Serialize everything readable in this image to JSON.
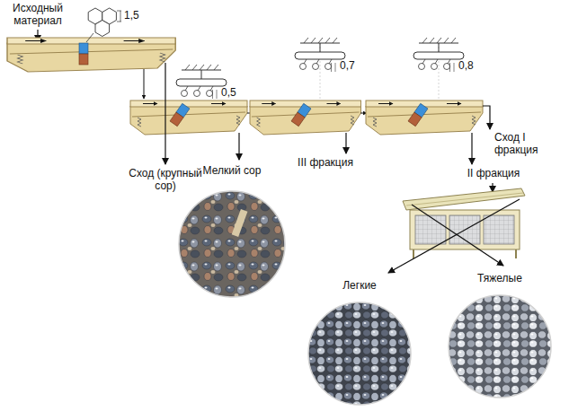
{
  "diagram": {
    "nodes": [
      {
        "text": [
          "Мелкий сор"
        ]
      },
      {
        "text": [
          "Легкие"
        ]
      },
      {
        "text": [
          "Тяжелые"
        ]
      }
    ],
    "labels": [
      "Исходный материал",
      "1,5",
      "Сход (крупный сор)",
      "0,5",
      "0,7",
      "0,8",
      "III фракция",
      "Сход I фракция",
      "II фракция"
    ]
  }
}
